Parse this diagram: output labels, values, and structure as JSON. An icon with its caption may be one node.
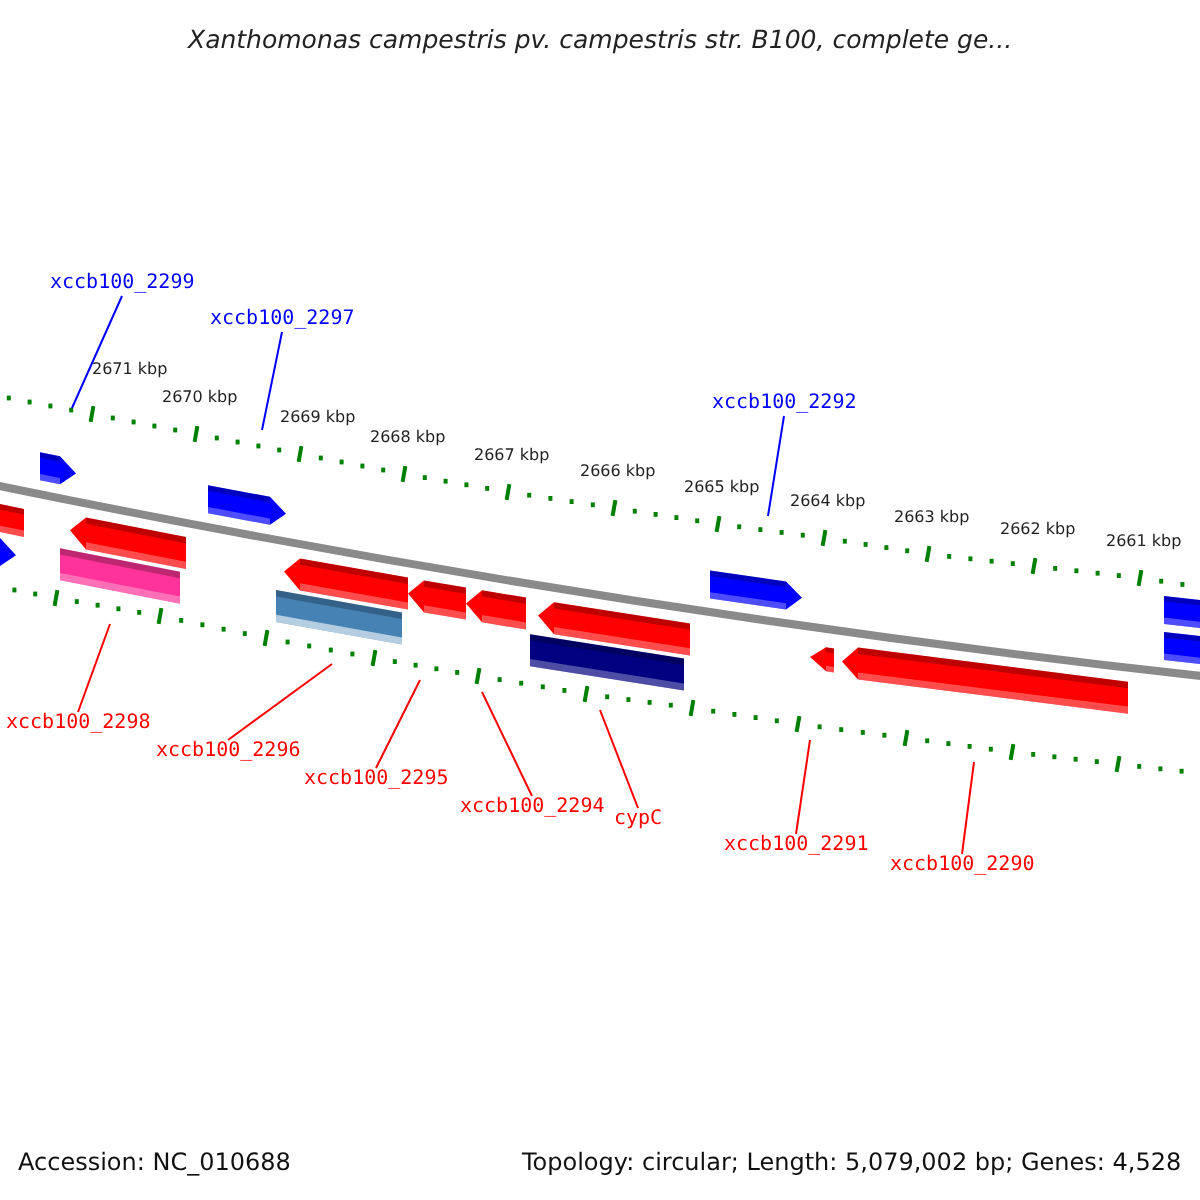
{
  "diagram": {
    "title": "Xanthomonas campestris pv. campestris str. B100, complete ge...",
    "nodes": [
      {
        "text": [
          "xccb100_2299"
        ]
      },
      {
        "text": [
          "xccb100_2297"
        ]
      },
      {
        "text": [
          "xccb100_2292"
        ]
      },
      {
        "text": [
          "xccb100_2298"
        ]
      },
      {
        "text": [
          "xccb100_2296"
        ]
      },
      {
        "text": [
          "xccb100_2295"
        ]
      },
      {
        "text": [
          "xccb100_2294"
        ]
      },
      {
        "text": [
          "cypC"
        ]
      },
      {
        "text": [
          "xccb100_2291"
        ]
      },
      {
        "text": [
          "xccb100_2290"
        ]
      }
    ],
    "edges": [
      {
        "from": 0,
        "to": null,
        "arrow": "none",
        "color": "#0000ff"
      },
      {
        "from": 1,
        "to": null,
        "arrow": "none",
        "color": "#0000ff"
      },
      {
        "from": 2,
        "to": null,
        "arrow": "none",
        "color": "#0000ff"
      },
      {
        "from": 3,
        "to": null,
        "arrow": "none"
      },
      {
        "from": 4,
        "to": null,
        "arrow": "none"
      },
      {
        "from": 5,
        "to": null,
        "arrow": "none"
      },
      {
        "from": 6,
        "to": null,
        "arrow": "none"
      },
      {
        "from": 7,
        "to": null,
        "arrow": "none"
      },
      {
        "from": 8,
        "to": null,
        "arrow": "none"
      },
      {
        "from": 9,
        "to": null,
        "arrow": "none"
      }
    ],
    "labels": [
      "2671 kbp",
      "2670 kbp",
      "2669 kbp",
      "2668 kbp",
      "2667 kbp",
      "2666 kbp",
      "2665 kbp",
      "2664 kbp",
      "2663 kbp",
      "2662 kbp",
      "2661 kbp",
      "Accession: NC_010688",
      "Topology: circular; Length: 5,079,002 bp; Genes: 4,528"
    ]
  }
}
